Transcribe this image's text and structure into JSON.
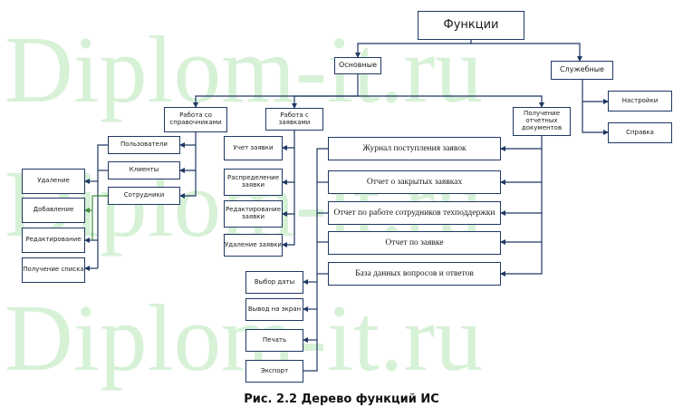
{
  "watermark": {
    "text": "Diplom-it.ru",
    "color": "#8fd98f"
  },
  "nodes": {
    "root": "Функции",
    "main": "Основные",
    "service": "Служебные",
    "settings": "Настройки",
    "help": "Справка",
    "directories": "Работа со справочниками",
    "requests": "Работа с заявками",
    "reports": "Получение отчетных документов",
    "users": "Пользователи",
    "clients": "Клиенты",
    "employees": "Сотрудники",
    "delete": "Удаление",
    "add": "Добавление",
    "edit": "Редактирование",
    "get_list": "Получение списка",
    "req_account": "Учет заявки",
    "req_distribute": "Распределение заявки",
    "req_edit": "Редактирование заявки",
    "req_delete": "Удаление заявки",
    "journal": "Журнал поступления заявок",
    "closed_report": "Отчет о закрытых заявках",
    "staff_report": "Отчет по работе сотрудников техподдержки",
    "request_report": "Отчет по заявке",
    "qa_db": "База данных вопросов и ответов",
    "date_select": "Выбор даты",
    "screen_output": "Вывод на экран",
    "print": "Печать",
    "export": "Экспорт"
  },
  "caption": "Рис. 2.2 Дерево функций ИС",
  "colors": {
    "line": "#1f3864",
    "node_border": "#1f3864",
    "arrow_green": "#3c8c3c"
  }
}
